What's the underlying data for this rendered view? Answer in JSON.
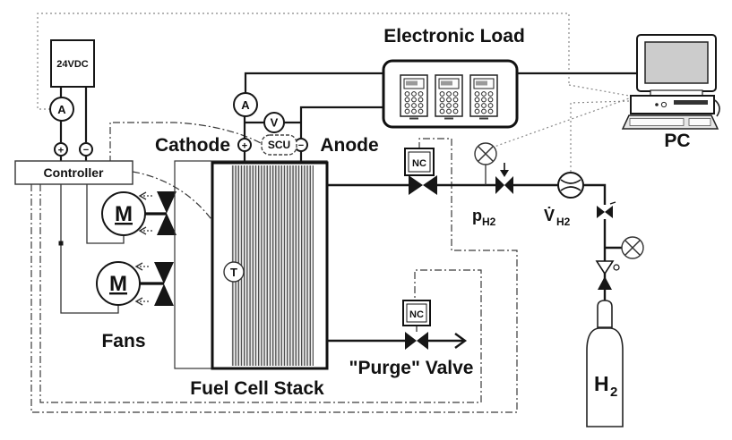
{
  "diagram": {
    "title_labels": {
      "electronic_load": "Electronic Load",
      "pc": "PC",
      "fans": "Fans",
      "fuel_cell_stack": "Fuel Cell Stack",
      "purge_valve": "\"Purge\" Valve",
      "cathode": "Cathode",
      "anode": "Anode"
    },
    "boxes": {
      "power_supply": "24VDC",
      "controller": "Controller",
      "scu": "SCU",
      "nc_supply_valve": "NC",
      "nc_purge_valve": "NC"
    },
    "instruments": {
      "dc_ammeter": "A",
      "stack_ammeter": "A",
      "voltmeter": "V",
      "temperature_sensor": "T",
      "motor_1": "M",
      "motor_2": "M"
    },
    "terminals": {
      "dc_plus": "+",
      "dc_minus": "−",
      "cathode_plus": "+",
      "anode_minus": "−"
    },
    "process_labels": {
      "pressure_main": "p",
      "pressure_sub": "H2",
      "flow_main": "V̇",
      "flow_sub": "H2",
      "bottle_main": "H",
      "bottle_sub": "2"
    },
    "icon_semantics": {
      "crossed_circle": "pressure-gauge-icon",
      "lens_circle": "flow-meter-icon",
      "bowtie": "valve-icon",
      "hourglass": "fan-icon",
      "dashdot_line": "control-signal-line",
      "dotted_line": "data-signal-line"
    },
    "colors": {
      "line": "#161616",
      "signal": "#888888",
      "hatch": "#444444",
      "screen": "#cccccc"
    }
  }
}
